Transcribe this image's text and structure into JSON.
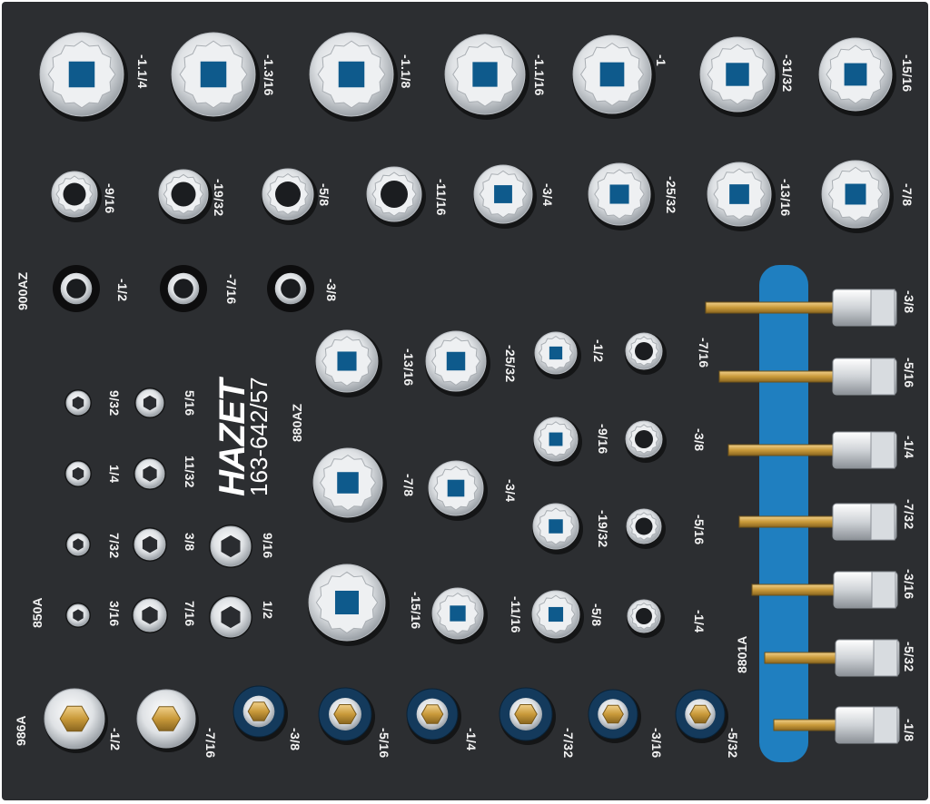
{
  "brand": "HAZET",
  "set_number": "163-642/57",
  "series_labels": {
    "s900": "900AZ",
    "s880": "880AZ",
    "s850": "850A",
    "s986": "986A",
    "s8801": "8801A"
  },
  "row1": [
    "-1.1/4",
    "-1.3/16",
    "-1.1/8",
    "-1.1/16",
    "-1",
    "-31/32",
    "-15/16"
  ],
  "row2": [
    "-9/16",
    "-19/32",
    "-5/8",
    "-11/16",
    "-3/4",
    "-25/32",
    "-13/16",
    "-7/8"
  ],
  "row3": [
    "-1/2",
    "-7/16",
    "-3/8"
  ],
  "mid_col1": [
    "-13/16",
    "-7/8",
    "-15/16"
  ],
  "mid_col2": [
    "-25/32",
    "-3/4",
    "-11/16"
  ],
  "mid_col3": [
    "-1/2",
    "-9/16",
    "-19/32",
    "-5/8"
  ],
  "mid_col4": [
    "-7/16",
    "-3/8",
    "-5/16",
    "-1/4"
  ],
  "small_col1": [
    "9/32",
    "1/4",
    "7/32",
    "3/16"
  ],
  "small_col2": [
    "5/16",
    "11/32",
    "3/8",
    "7/16"
  ],
  "small_col3": [
    "9/16",
    "1/2"
  ],
  "bottom_row": [
    "-1/2",
    "-7/16",
    "-3/8",
    "-5/16",
    "-1/4",
    "-7/32",
    "-3/16",
    "-5/32"
  ],
  "hex_bits": [
    "-3/8",
    "-5/16",
    "-1/4",
    "-7/32",
    "-3/16",
    "-5/32",
    "-1/8"
  ],
  "colors": {
    "foam": "#2c2e31",
    "chrome": "#e4e6e8",
    "insert": "#0e5a8c",
    "blue_tray": "#1f7fc0",
    "brass": "#c99a3a"
  }
}
